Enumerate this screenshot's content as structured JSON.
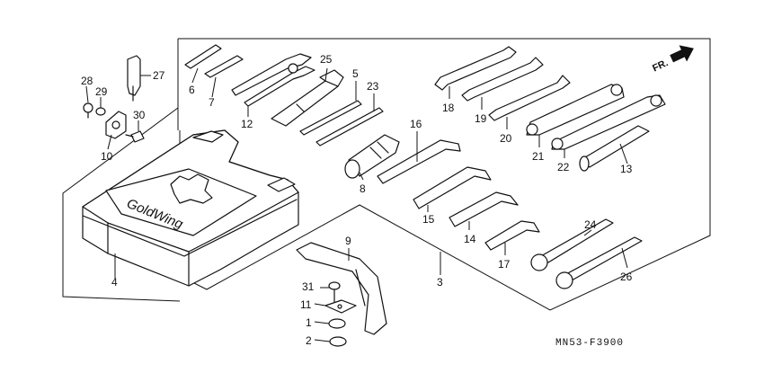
{
  "diagram": {
    "direction_marker": "FR.",
    "part_code": "MN53-F3900",
    "logo_text": "GoldWing",
    "callouts": {
      "c1": "1",
      "c2": "2",
      "c3": "3",
      "c4": "4",
      "c5": "5",
      "c6": "6",
      "c7": "7",
      "c8": "8",
      "c9": "9",
      "c10": "10",
      "c11": "11",
      "c12": "12",
      "c13": "13",
      "c14": "14",
      "c15": "15",
      "c16": "16",
      "c17": "17",
      "c18": "18",
      "c19": "19",
      "c20": "20",
      "c21": "21",
      "c22": "22",
      "c23": "23",
      "c24": "24",
      "c25": "25",
      "c26": "26",
      "c27": "27",
      "c28": "28",
      "c29": "29",
      "c30": "30",
      "c31": "31"
    }
  }
}
